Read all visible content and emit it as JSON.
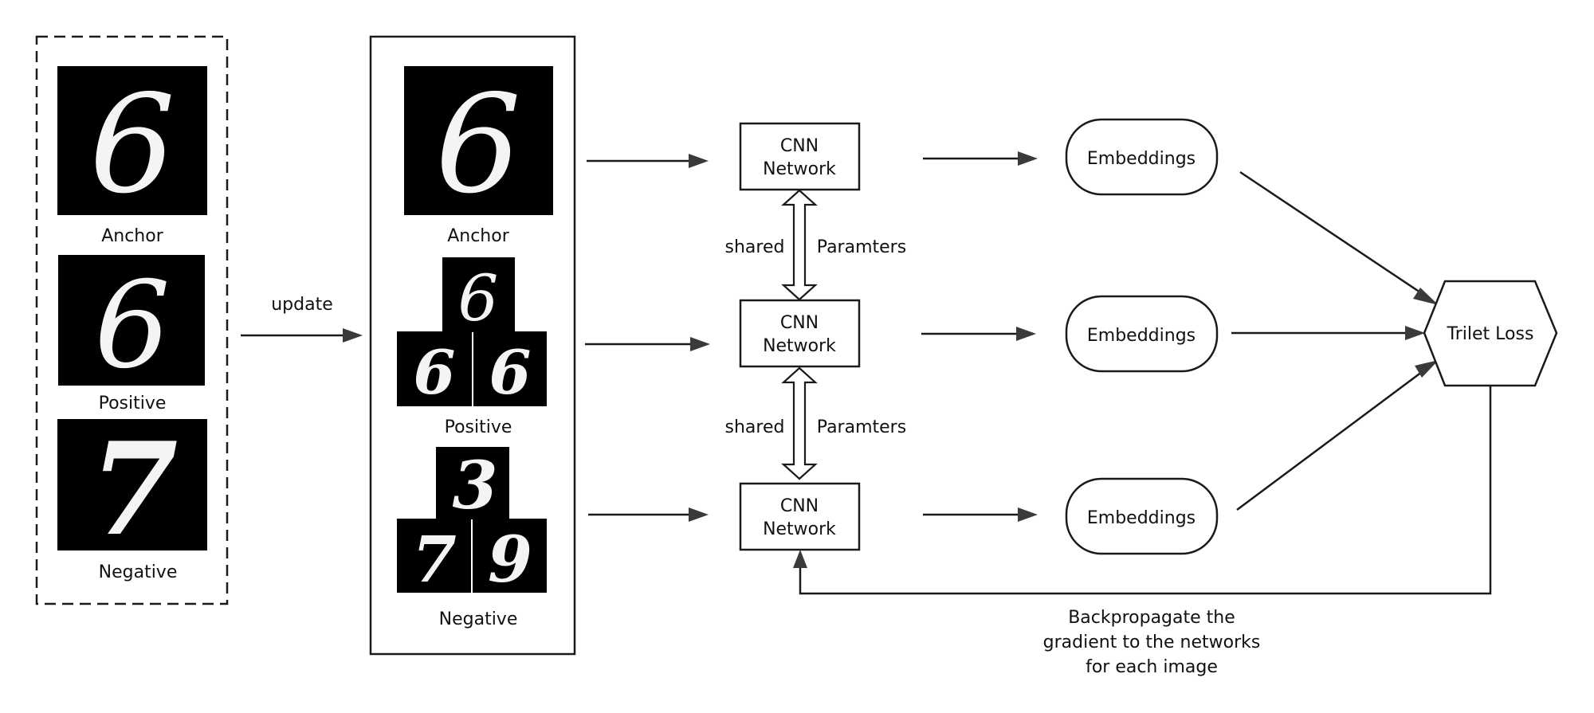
{
  "diagram": {
    "title": "Triplet network training with hard sample update",
    "original_triplet": {
      "style": "dashed",
      "items": [
        {
          "role": "anchor",
          "label": "Anchor",
          "digits": [
            "6"
          ]
        },
        {
          "role": "positive",
          "label": "Positive",
          "digits": [
            "6"
          ]
        },
        {
          "role": "negative",
          "label": "Negative",
          "digits": [
            "7"
          ]
        }
      ]
    },
    "update_label": "update",
    "updated_triplet": {
      "style": "solid",
      "items": [
        {
          "role": "anchor",
          "label": "Anchor",
          "digits": [
            "6"
          ]
        },
        {
          "role": "positive",
          "label": "Positive",
          "digits": [
            "6",
            "6",
            "6"
          ]
        },
        {
          "role": "negative",
          "label": "Negative",
          "digits": [
            "3",
            "7",
            "9"
          ]
        }
      ]
    },
    "networks": [
      {
        "line1": "CNN",
        "line2": "Network"
      },
      {
        "line1": "CNN",
        "line2": "Network"
      },
      {
        "line1": "CNN",
        "line2": "Network"
      }
    ],
    "shared_links": [
      {
        "left": "shared",
        "right": "Paramters"
      },
      {
        "left": "shared",
        "right": "Paramters"
      }
    ],
    "embeddings": [
      {
        "label": "Embeddings"
      },
      {
        "label": "Embeddings"
      },
      {
        "label": "Embeddings"
      }
    ],
    "loss": {
      "label": "Trilet Loss"
    },
    "backprop": {
      "lines": [
        "Backpropagate the",
        "gradient to the networks",
        "for each image"
      ]
    },
    "colors": {
      "stroke": "#1a1a1a",
      "arrowhead": "#3a3a3a",
      "tile": "#000000",
      "digit": "#f4f4f4"
    }
  }
}
